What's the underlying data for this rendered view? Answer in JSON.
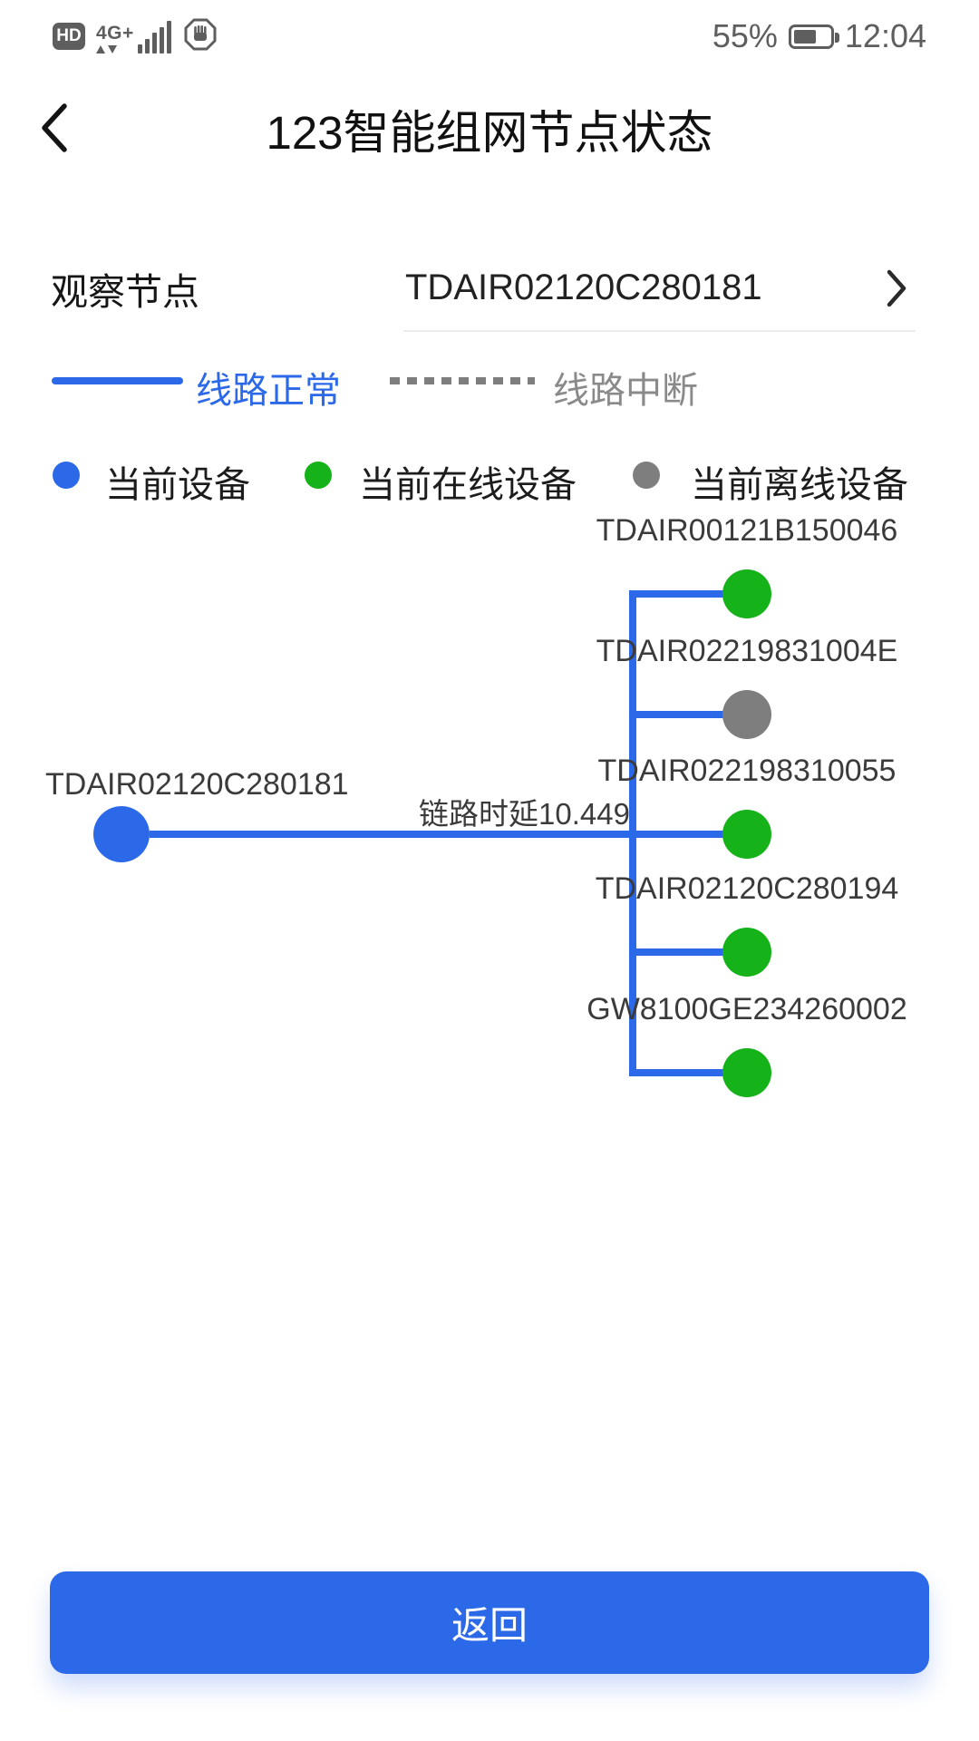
{
  "status_bar": {
    "hd_label": "HD",
    "network_label": "4G+",
    "battery_percent": "55%",
    "battery_level": 55,
    "time": "12:04"
  },
  "header": {
    "title": "123智能组网节点状态"
  },
  "observe_row": {
    "label": "观察节点",
    "value": "TDAIR02120C280181"
  },
  "legend": {
    "line_normal": "线路正常",
    "line_broken": "线路中断",
    "current_device": "当前设备",
    "online_device": "当前在线设备",
    "offline_device": "当前离线设备"
  },
  "topology": {
    "root": {
      "name": "TDAIR02120C280181",
      "status": "current"
    },
    "link_latency_label": "链路时延10.449",
    "children": [
      {
        "name": "TDAIR00121B150046",
        "status": "online"
      },
      {
        "name": "TDAIR02219831004E",
        "status": "offline"
      },
      {
        "name": "TDAIR022198310055",
        "status": "online"
      },
      {
        "name": "TDAIR02120C280194",
        "status": "online"
      },
      {
        "name": "GW8100GE234260002",
        "status": "online"
      }
    ]
  },
  "footer": {
    "back_button": "返回"
  },
  "colors": {
    "accent_blue": "#2C69E8",
    "online_green": "#15B21A",
    "offline_gray": "#7E7E7E"
  }
}
